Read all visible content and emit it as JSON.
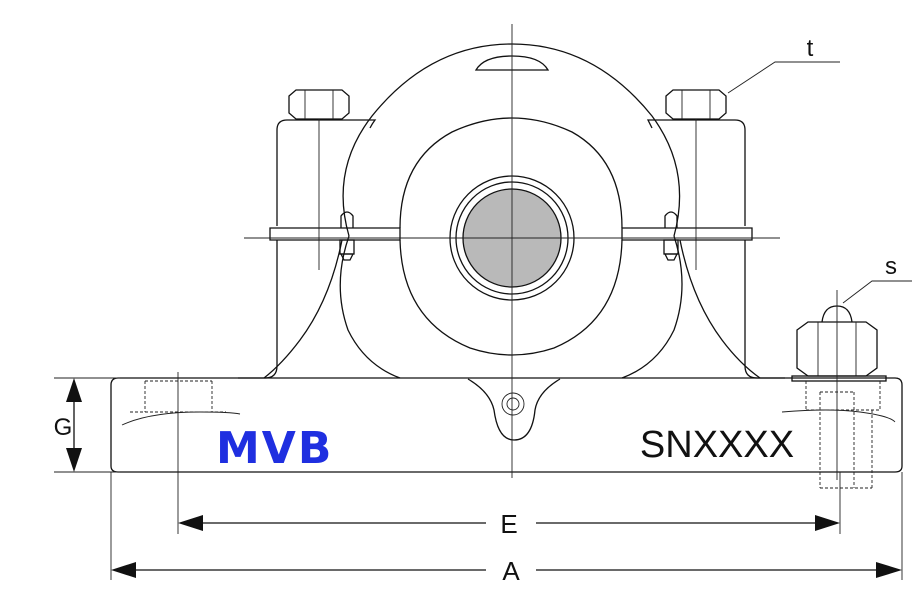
{
  "drawing": {
    "brand_logo": "MVB",
    "model_number": "SNXXXX",
    "colors": {
      "logo": "#1f2fe0",
      "shaft": "#b9b9b9",
      "lines": "#111111",
      "background": "#ffffff"
    },
    "dimension_labels": {
      "overall_length": "A",
      "bolt_spacing": "E",
      "base_height": "G",
      "cap_bolt": "t",
      "base_bolt": "s"
    }
  }
}
